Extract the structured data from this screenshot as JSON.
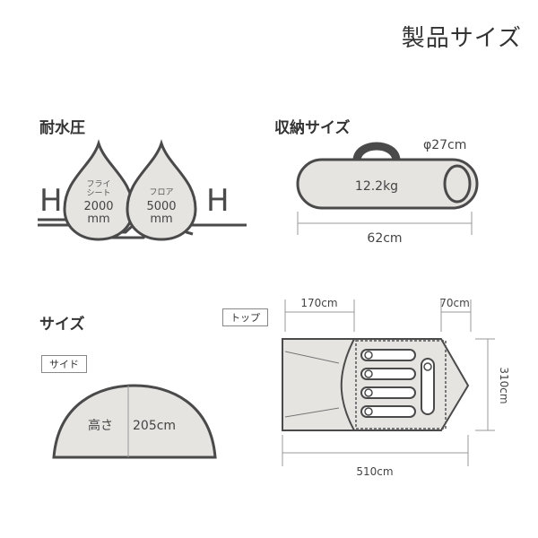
{
  "title": "製品サイズ",
  "water_resistance": {
    "heading": "耐水圧",
    "fly": {
      "label_top": "フライ",
      "label_bottom": "シート",
      "value": "2000",
      "unit": "mm"
    },
    "floor": {
      "label": "フロア",
      "value": "5000",
      "unit": "mm"
    },
    "h_mark": "H"
  },
  "storage": {
    "heading": "収納サイズ",
    "diameter": "φ27cm",
    "weight": "12.2kg",
    "length": "62cm"
  },
  "size": {
    "heading": "サイズ",
    "side": {
      "tag": "サイド",
      "height_label": "高さ",
      "height": "205cm"
    },
    "top": {
      "tag": "トップ",
      "front": "170cm",
      "rear": "70cm",
      "width": "310cm",
      "length": "510cm"
    }
  },
  "colors": {
    "line": "#4a4a4a",
    "fill": "#e6e4e1",
    "dim": "#999999"
  }
}
